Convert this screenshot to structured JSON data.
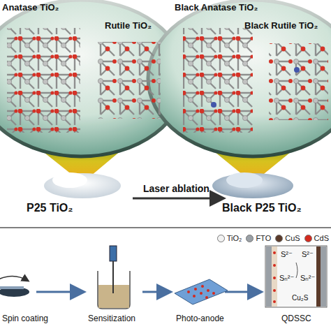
{
  "diagram": {
    "labels": [
      "Anatase TiO₂",
      "Rutile TiO₂",
      "Black Anatase TiO₂",
      "Black Rutile TiO₂",
      "P25 TiO₂",
      "Laser ablation",
      "Black P25 TiO₂",
      "Spin coating",
      "Sensitization",
      "Photo-anode",
      "QDSSC",
      "S²⁻",
      "Sₙ²⁻",
      "S²⁻",
      "Sₙ²⁻",
      "Cu₂S"
    ],
    "legend": [
      {
        "text": "TiO₂",
        "color": "#f2f2f2"
      },
      {
        "text": "FTO",
        "color": "#9aa0a6"
      },
      {
        "text": "CuS",
        "color": "#5a3a2a"
      },
      {
        "text": "CdS",
        "color": "#d42a1e"
      }
    ]
  }
}
